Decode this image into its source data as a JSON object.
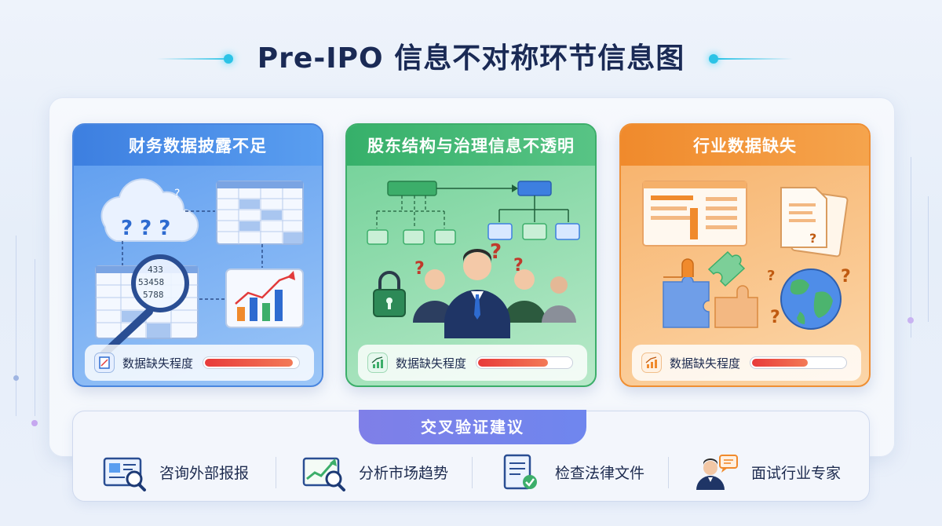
{
  "title": "Pre-IPO 信息不对称环节信息图",
  "cards": [
    {
      "title": "财务数据披露不足",
      "meter_label": "数据缺失程度",
      "meter_level": 0.95,
      "color": "#4a86df"
    },
    {
      "title": "股东结构与治理信息不透明",
      "meter_label": "数据缺失程度",
      "meter_level": 0.75,
      "color": "#3cae6a"
    },
    {
      "title": "行业数据缺失",
      "meter_label": "数据缺失程度",
      "meter_level": 0.6,
      "color": "#ef8f34"
    }
  ],
  "magnifier_digits": [
    "433",
    "53458",
    "5788"
  ],
  "suggestions": {
    "title": "交叉验证建议",
    "items": [
      {
        "label": "咨询外部报报",
        "icon": "report-search-icon"
      },
      {
        "label": "分析市场趋势",
        "icon": "trend-search-icon"
      },
      {
        "label": "检查法律文件",
        "icon": "legal-doc-icon"
      },
      {
        "label": "面试行业专家",
        "icon": "expert-chat-icon"
      }
    ]
  }
}
